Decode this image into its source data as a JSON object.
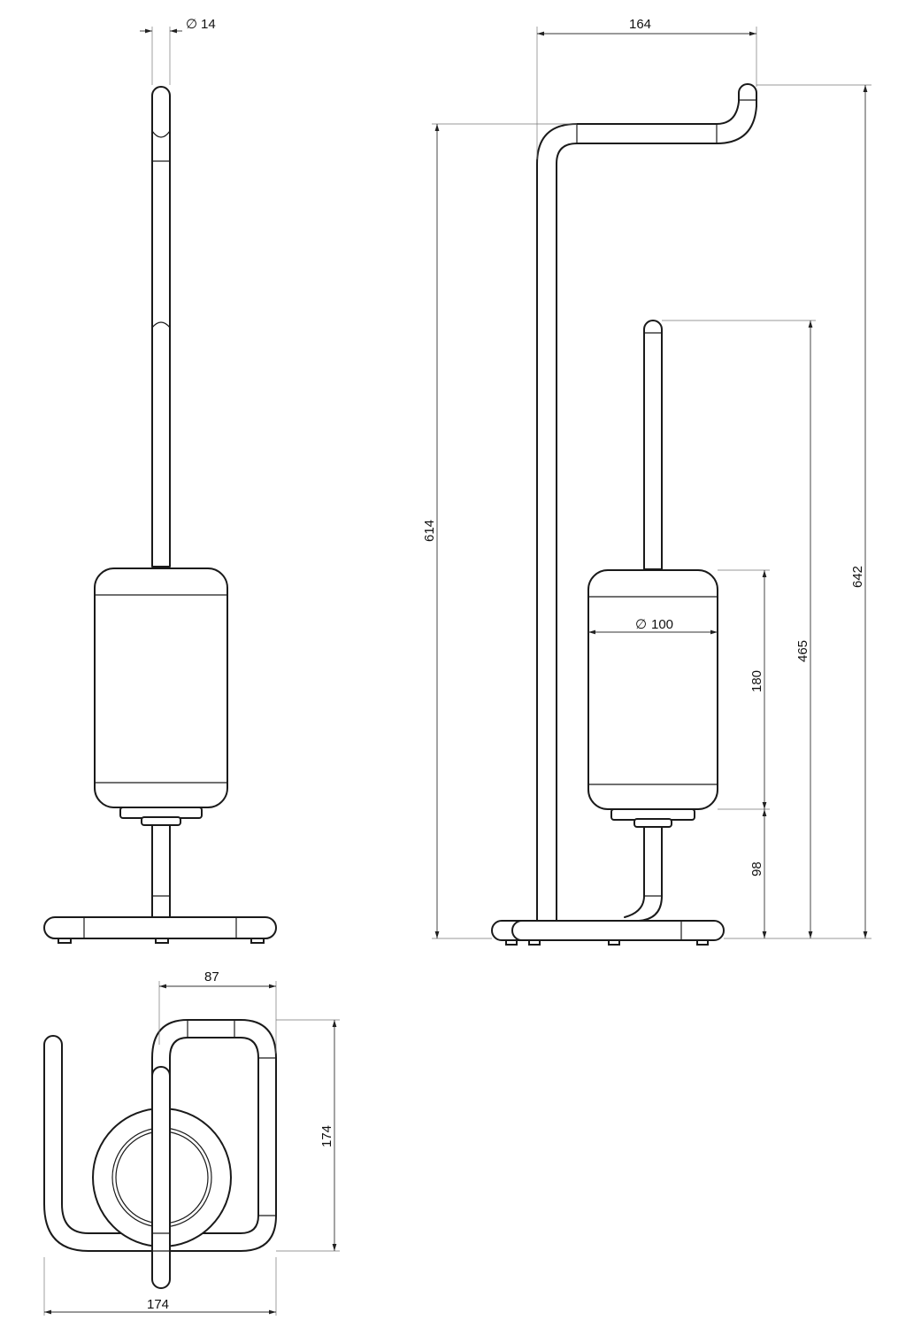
{
  "drawing": {
    "front_view": {
      "diameter_symbol": "∅",
      "tube_diameter": "14"
    },
    "side_view": {
      "overall_width": "164",
      "column_height": "614",
      "overall_height": "642",
      "brush_height": "465",
      "diameter_symbol": "∅",
      "container_diameter": "100",
      "container_height": "180",
      "container_base_height": "98"
    },
    "top_view": {
      "inner_width": "87",
      "depth": "174",
      "overall_width": "174"
    }
  }
}
